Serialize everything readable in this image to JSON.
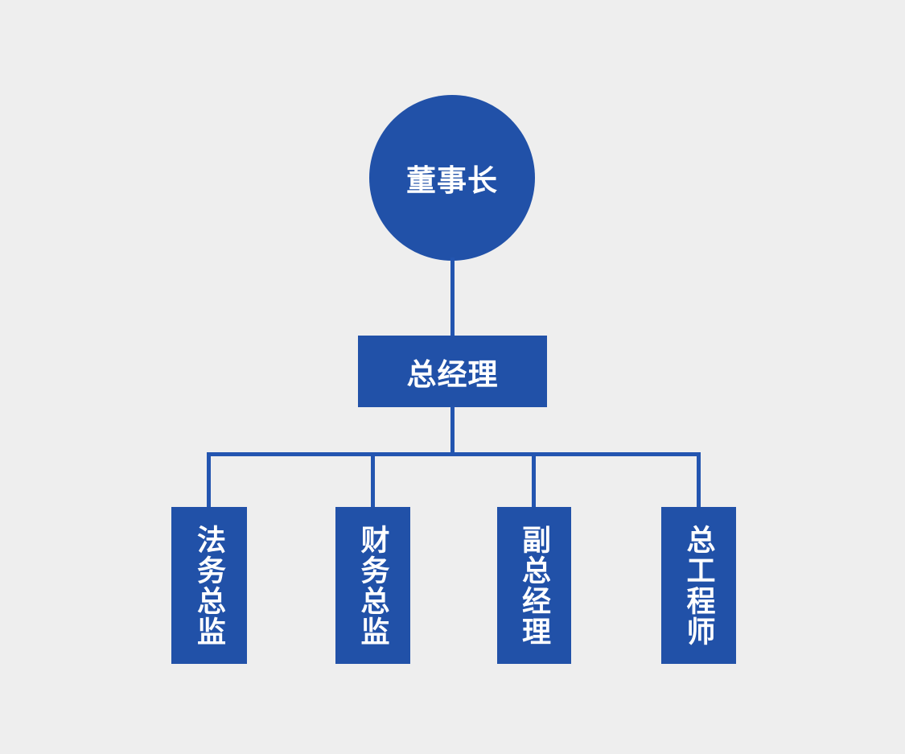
{
  "colors": {
    "background": "#EEEEEE",
    "shape_fill": "#2151A8",
    "connector": "#2355B0",
    "label_text": "#FFFFFF"
  },
  "org_chart": {
    "root": {
      "label": "董事长",
      "shape": "circle"
    },
    "manager": {
      "label": "总经理",
      "shape": "rectangle"
    },
    "children": [
      {
        "label": "法务总监",
        "shape": "rectangle",
        "text_direction": "vertical"
      },
      {
        "label": "财务总监",
        "shape": "rectangle",
        "text_direction": "vertical"
      },
      {
        "label": "副总经理",
        "shape": "rectangle",
        "text_direction": "vertical"
      },
      {
        "label": "总工程师",
        "shape": "rectangle",
        "text_direction": "vertical"
      }
    ]
  }
}
